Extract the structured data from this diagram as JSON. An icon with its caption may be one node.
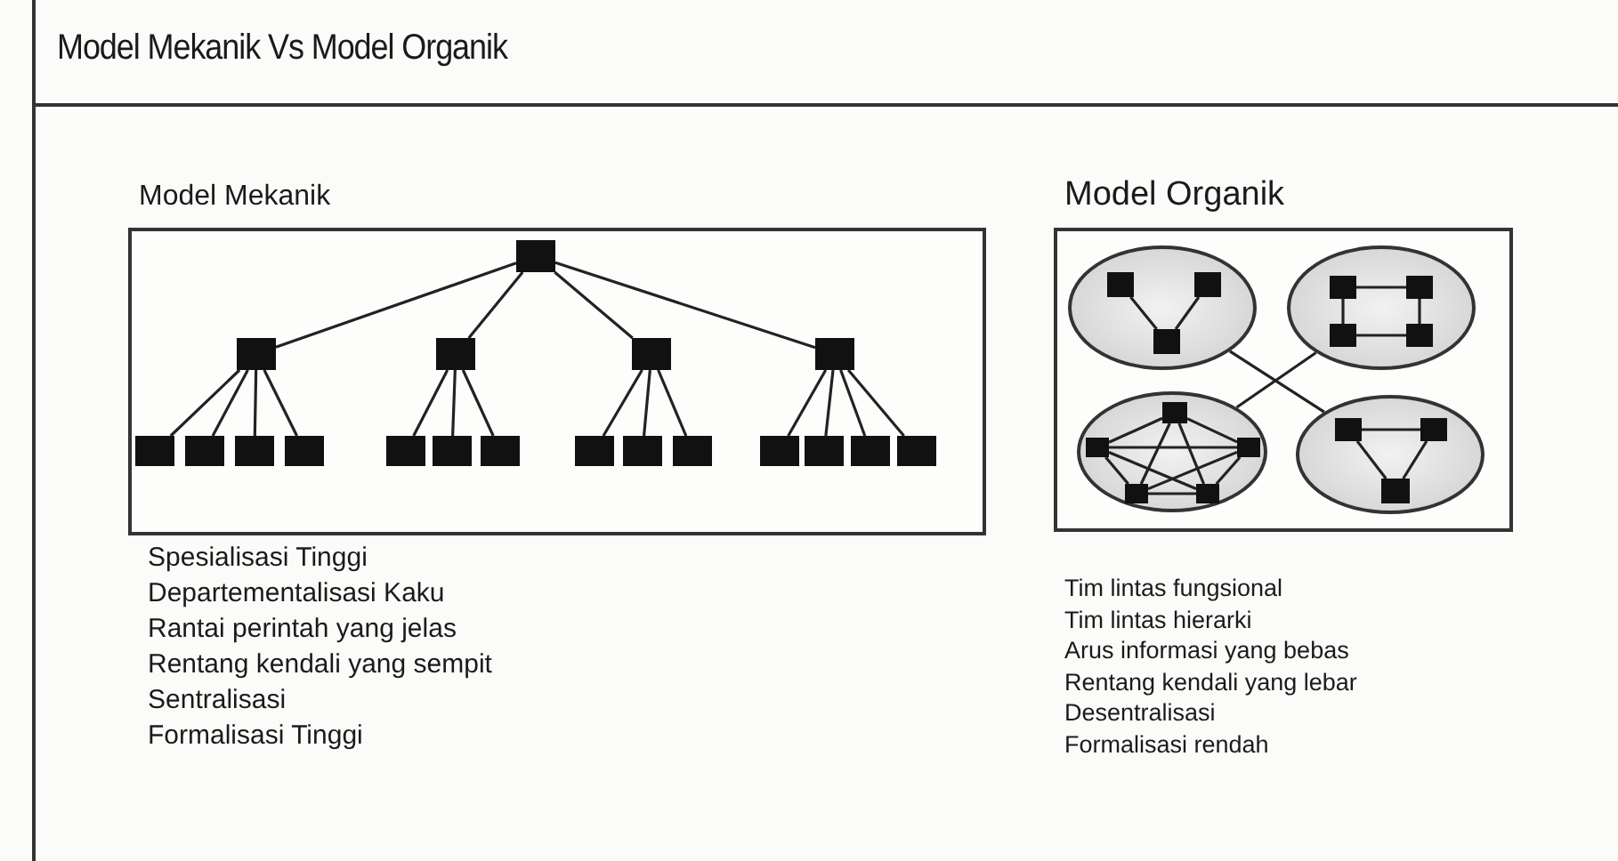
{
  "diagram": {
    "title": "Model Mekanik Vs Model Organik",
    "nodes": [
      {
        "text": [
          "Model Mekanik"
        ]
      },
      {
        "text": [],
        "shape": "box",
        "in": 0
      },
      {
        "text": [],
        "shape": "box",
        "in": 0
      },
      {
        "text": [],
        "shape": "box",
        "in": 0
      },
      {
        "text": [],
        "shape": "box",
        "in": 0
      },
      {
        "text": [],
        "shape": "box",
        "in": 0
      },
      {
        "text": [],
        "shape": "box",
        "in": 0
      },
      {
        "text": [],
        "shape": "box",
        "in": 0
      },
      {
        "text": [],
        "shape": "box",
        "in": 0
      },
      {
        "text": [],
        "shape": "box",
        "in": 0
      },
      {
        "text": [],
        "shape": "box",
        "in": 0
      },
      {
        "text": [],
        "shape": "box",
        "in": 0
      },
      {
        "text": [],
        "shape": "box",
        "in": 0
      },
      {
        "text": [],
        "shape": "box",
        "in": 0
      },
      {
        "text": [],
        "shape": "box",
        "in": 0
      },
      {
        "text": [],
        "shape": "box",
        "in": 0
      },
      {
        "text": [],
        "shape": "box",
        "in": 0
      },
      {
        "text": [],
        "shape": "box",
        "in": 0
      },
      {
        "text": [],
        "shape": "box",
        "in": 0
      },
      {
        "text": [],
        "shape": "box",
        "in": 0
      },
      {
        "text": [
          "Model Organik"
        ]
      },
      {
        "text": [],
        "shape": "ellipse",
        "in": 20
      },
      {
        "text": [],
        "shape": "box",
        "in": 21
      },
      {
        "text": [],
        "shape": "box",
        "in": 21
      },
      {
        "text": [],
        "shape": "box",
        "in": 21
      },
      {
        "text": [],
        "shape": "ellipse",
        "in": 20
      },
      {
        "text": [],
        "shape": "box",
        "in": 25
      },
      {
        "text": [],
        "shape": "box",
        "in": 25
      },
      {
        "text": [],
        "shape": "box",
        "in": 25
      },
      {
        "text": [],
        "shape": "box",
        "in": 25
      },
      {
        "text": [],
        "shape": "ellipse",
        "in": 20
      },
      {
        "text": [],
        "shape": "box",
        "in": 30
      },
      {
        "text": [],
        "shape": "box",
        "in": 30
      },
      {
        "text": [],
        "shape": "box",
        "in": 30
      },
      {
        "text": [],
        "shape": "box",
        "in": 30
      },
      {
        "text": [],
        "shape": "box",
        "in": 30
      },
      {
        "text": [],
        "shape": "ellipse",
        "in": 20
      },
      {
        "text": [],
        "shape": "box",
        "in": 36
      },
      {
        "text": [],
        "shape": "box",
        "in": 36
      },
      {
        "text": [],
        "shape": "box",
        "in": 36
      }
    ],
    "edges": [
      {
        "from": 1,
        "to": 2,
        "arrow": "none"
      },
      {
        "from": 1,
        "to": 3,
        "arrow": "none"
      },
      {
        "from": 1,
        "to": 4,
        "arrow": "none"
      },
      {
        "from": 1,
        "to": 5,
        "arrow": "none"
      },
      {
        "from": 2,
        "to": 6,
        "arrow": "none"
      },
      {
        "from": 2,
        "to": 7,
        "arrow": "none"
      },
      {
        "from": 2,
        "to": 8,
        "arrow": "none"
      },
      {
        "from": 2,
        "to": 9,
        "arrow": "none"
      },
      {
        "from": 3,
        "to": 10,
        "arrow": "none"
      },
      {
        "from": 3,
        "to": 11,
        "arrow": "none"
      },
      {
        "from": 3,
        "to": 12,
        "arrow": "none"
      },
      {
        "from": 4,
        "to": 13,
        "arrow": "none"
      },
      {
        "from": 4,
        "to": 14,
        "arrow": "none"
      },
      {
        "from": 4,
        "to": 15,
        "arrow": "none"
      },
      {
        "from": 5,
        "to": 16,
        "arrow": "none"
      },
      {
        "from": 5,
        "to": 17,
        "arrow": "none"
      },
      {
        "from": 5,
        "to": 18,
        "arrow": "none"
      },
      {
        "from": 5,
        "to": 19,
        "arrow": "none"
      },
      {
        "from": 22,
        "to": 24,
        "arrow": "none"
      },
      {
        "from": 23,
        "to": 24,
        "arrow": "none"
      },
      {
        "from": 26,
        "to": 27,
        "arrow": "none"
      },
      {
        "from": 26,
        "to": 28,
        "arrow": "none"
      },
      {
        "from": 27,
        "to": 29,
        "arrow": "none"
      },
      {
        "from": 28,
        "to": 29,
        "arrow": "none"
      },
      {
        "from": 31,
        "to": 32,
        "arrow": "none"
      },
      {
        "from": 31,
        "to": 33,
        "arrow": "none"
      },
      {
        "from": 31,
        "to": 34,
        "arrow": "none"
      },
      {
        "from": 31,
        "to": 35,
        "arrow": "none"
      },
      {
        "from": 32,
        "to": 33,
        "arrow": "none"
      },
      {
        "from": 32,
        "to": 34,
        "arrow": "none"
      },
      {
        "from": 32,
        "to": 35,
        "arrow": "none"
      },
      {
        "from": 33,
        "to": 34,
        "arrow": "none"
      },
      {
        "from": 33,
        "to": 35,
        "arrow": "none"
      },
      {
        "from": 34,
        "to": 35,
        "arrow": "none"
      },
      {
        "from": 37,
        "to": 38,
        "arrow": "none"
      },
      {
        "from": 37,
        "to": 39,
        "arrow": "none"
      },
      {
        "from": 38,
        "to": 39,
        "arrow": "none"
      },
      {
        "from": 21,
        "to": 36,
        "arrow": "none"
      },
      {
        "from": 25,
        "to": 30,
        "arrow": "none"
      }
    ],
    "labels": [
      "Spesialisasi Tinggi",
      "Departementalisasi Kaku",
      "Rantai perintah yang jelas",
      "Rentang kendali yang sempit",
      "Sentralisasi",
      "Formalisasi Tinggi",
      "Tim lintas fungsional",
      "Tim lintas hierarki",
      "Arus informasi yang bebas",
      "Rentang kendali yang lebar",
      "Desentralisasi",
      "Formalisasi rendah"
    ]
  }
}
